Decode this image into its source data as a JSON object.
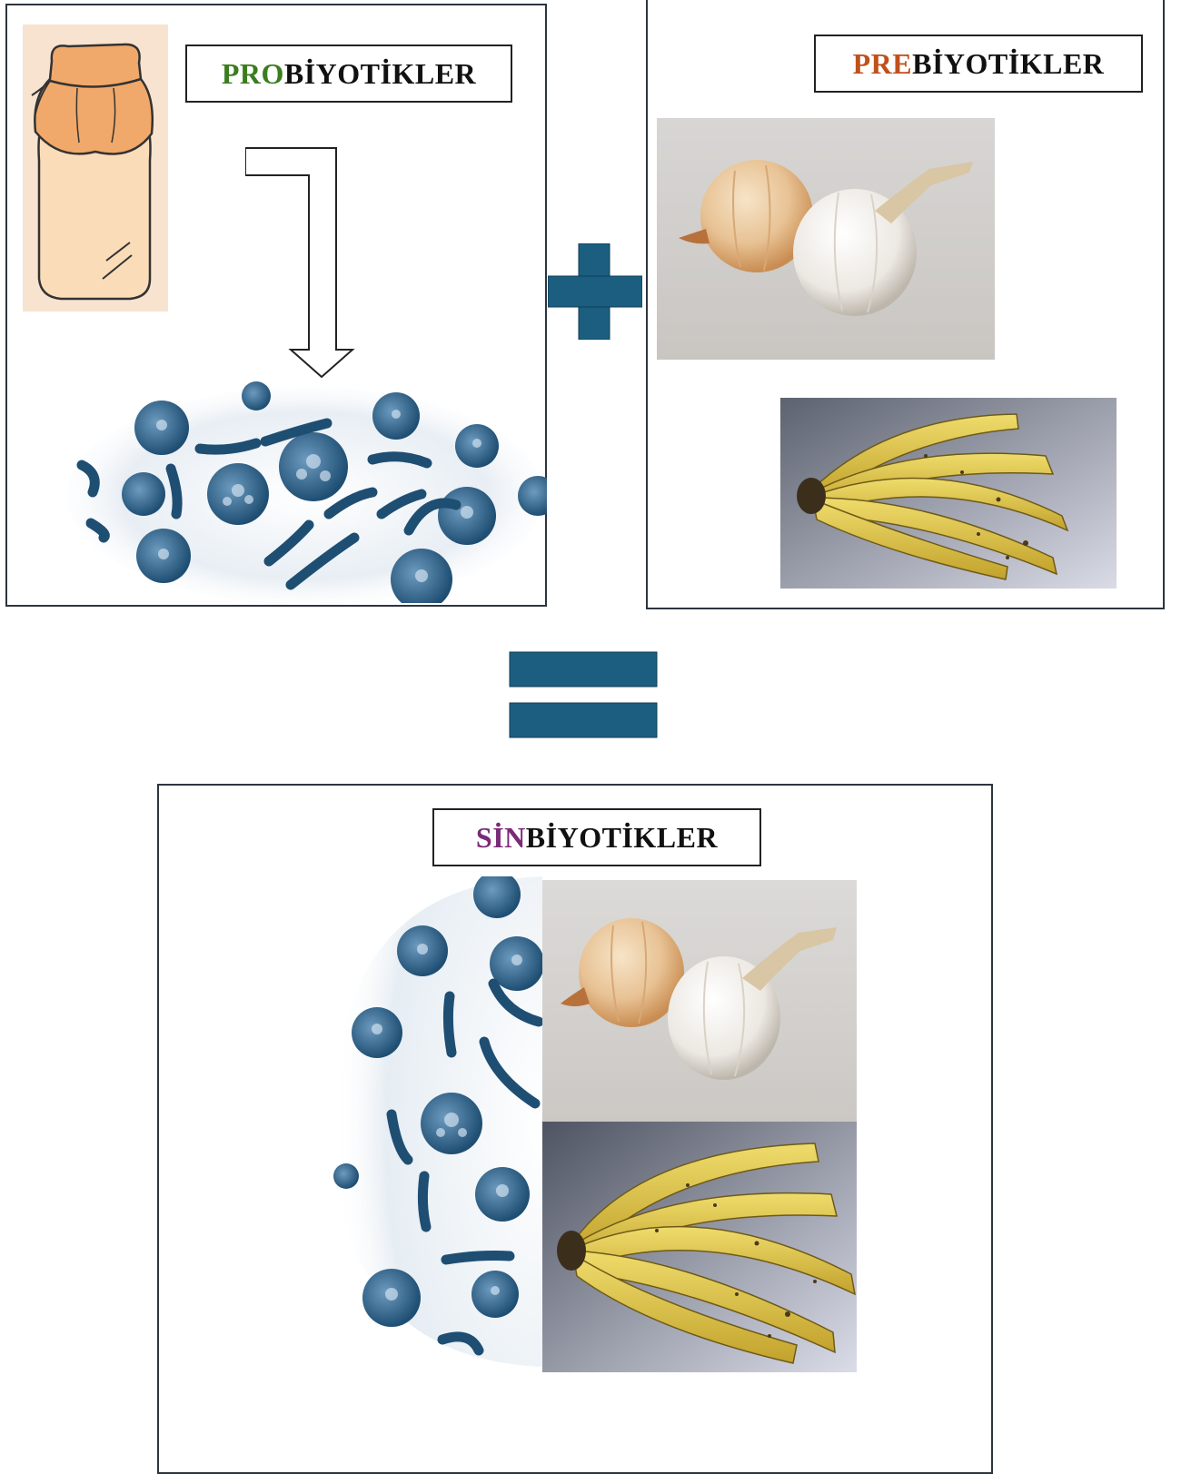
{
  "probiyotik": {
    "prefix": "PRO",
    "suffix": "BİYOTİKLER",
    "prefix_color": "#3a7d1e",
    "illustrations": [
      "jar-icon",
      "down-arrow-icon",
      "bacteria-icon"
    ]
  },
  "prebiyotik": {
    "prefix": "PRE",
    "suffix": "BİYOTİKLER",
    "prefix_color": "#c0501c",
    "illustrations": [
      "onion-garlic-photo",
      "banana-photo"
    ]
  },
  "sinbiyotik": {
    "prefix": "SİN",
    "suffix": "BİYOTİKLER",
    "prefix_color": "#7b2a78",
    "illustrations": [
      "bacteria-icon",
      "onion-garlic-photo",
      "banana-photo"
    ]
  },
  "operators": {
    "plus": "plus-icon",
    "equals": "equals-icon",
    "color": "#1b5e80"
  }
}
